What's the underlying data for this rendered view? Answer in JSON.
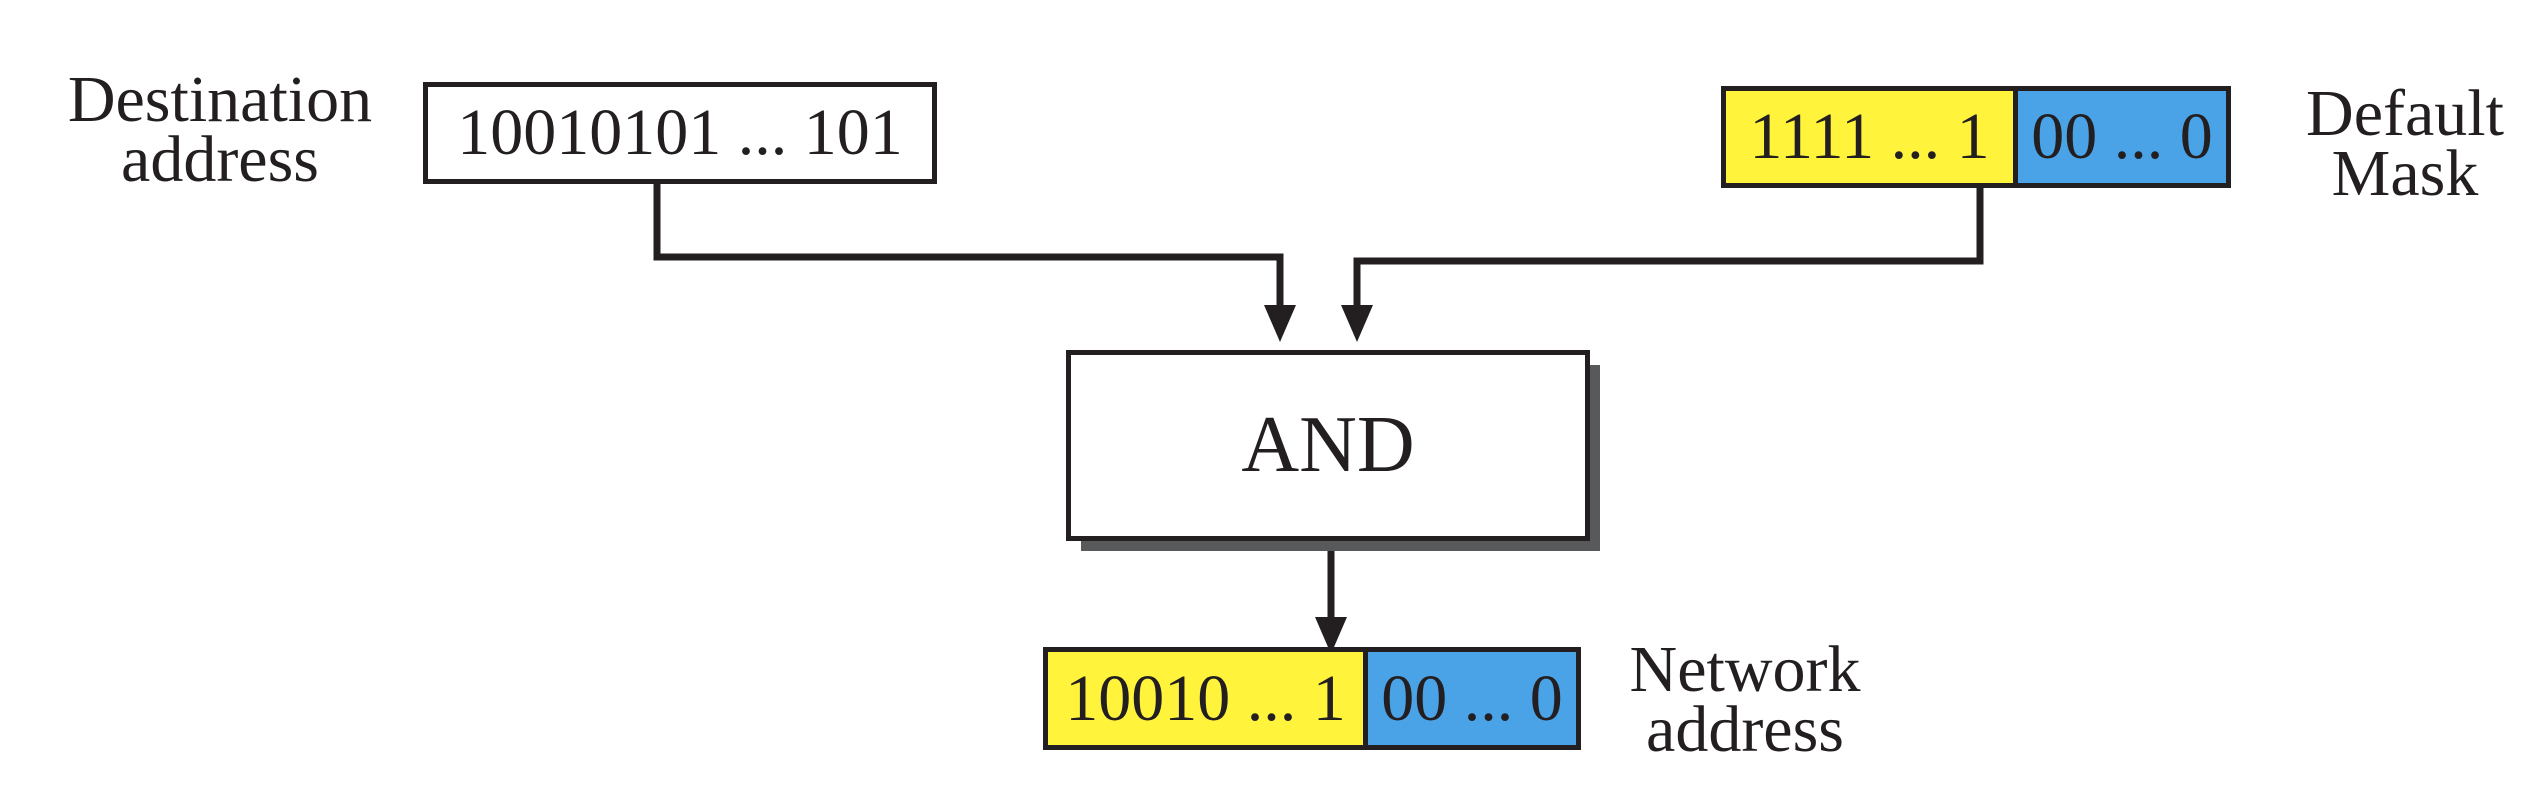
{
  "diagram": {
    "destination_label_line1": "Destination",
    "destination_label_line2": "address",
    "destination_value": "10010101 ... 101",
    "mask_label_line1": "Default",
    "mask_label_line2": "Mask",
    "mask_ones": "1111 ... 1",
    "mask_zeros": "00 ... 0",
    "operation": "AND",
    "network_ones": "10010 ... 1",
    "network_zeros": "00 ... 0",
    "network_label_line1": "Network",
    "network_label_line2": "address"
  },
  "colors": {
    "ones_fill": "#fff33b",
    "zeros_fill": "#4aa3e6",
    "line": "#231f20",
    "shadow": "#58595b"
  }
}
